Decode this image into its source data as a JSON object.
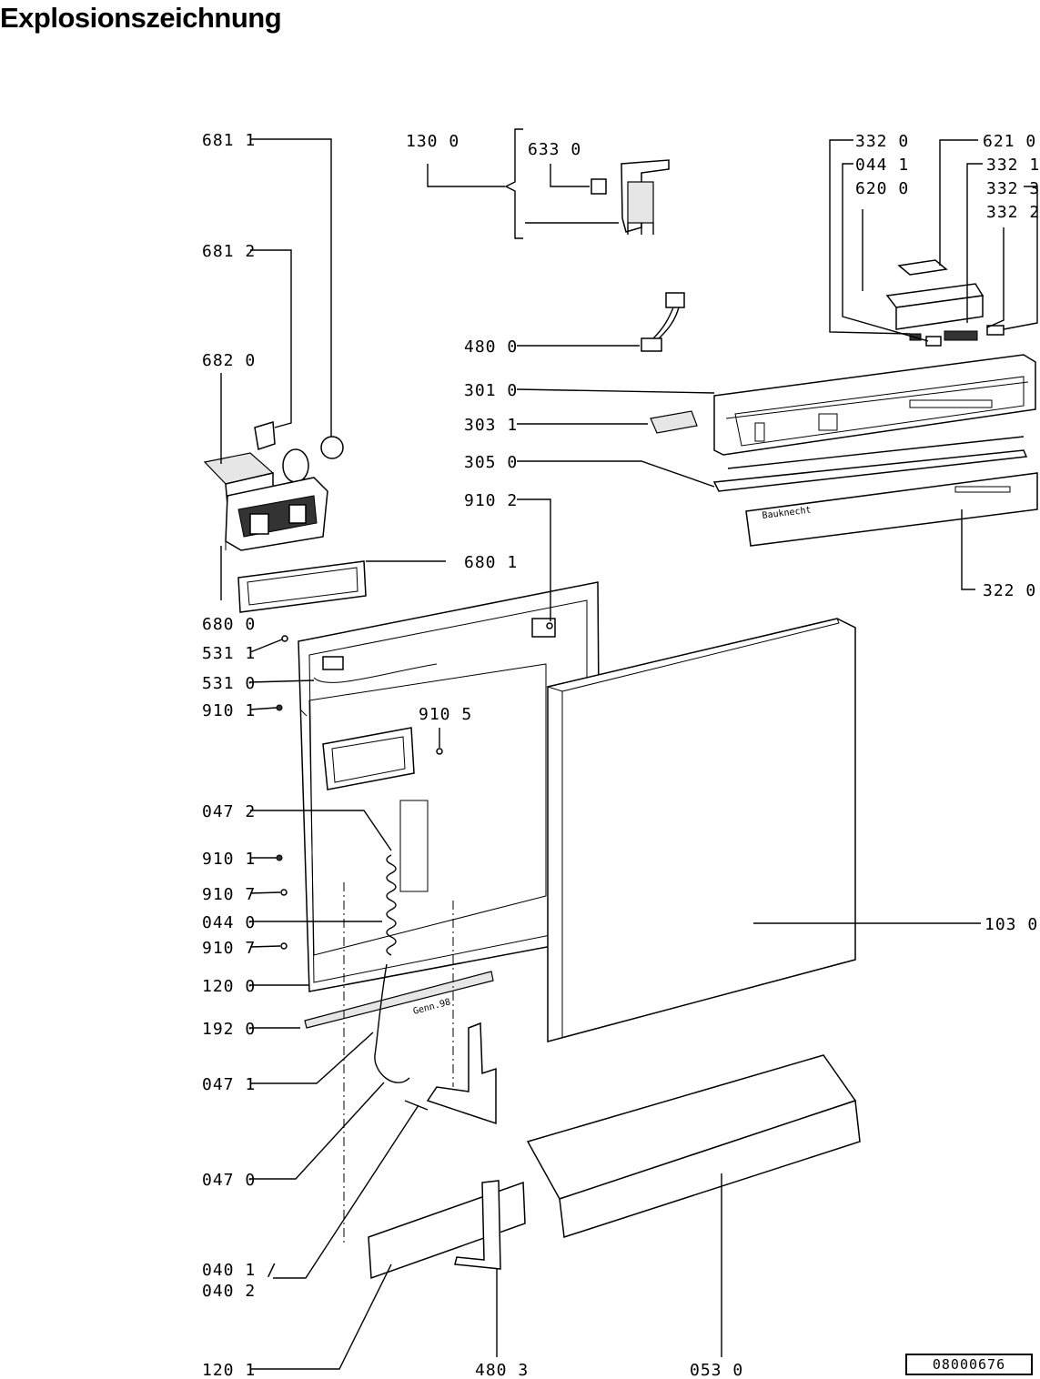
{
  "title": "Explosionszeichnung",
  "drawing_number": "08000676",
  "brand_text": "Bauknecht",
  "date_mark": "Genn.98",
  "labels": {
    "l6811": "681 1",
    "l6812": "681 2",
    "l6820": "682 0",
    "l6800": "680 0",
    "l5311": "531 1",
    "l5310": "531 0",
    "l9101a": "910 1",
    "l0472": "047 2",
    "l9101b": "910 1",
    "l9107a": "910 7",
    "l0440": "044 0",
    "l9107b": "910 7",
    "l1200": "120 0",
    "l1920": "192 0",
    "l0471": "047 1",
    "l0470": "047 0",
    "l0401": "040 1 /",
    "l0402": "040 2",
    "l1201": "120 1",
    "l1300": "130 0",
    "l6330": "633 0",
    "l4800": "480 0",
    "l3010": "301 0",
    "l3031": "303 1",
    "l3050": "305 0",
    "l9102": "910 2",
    "l6801": "680 1",
    "l9105": "910 5",
    "l3320": "332 0",
    "l0441": "044 1",
    "l6200": "620 0",
    "l6210": "621 0",
    "l3321": "332 1",
    "l3323": "332 3",
    "l3322": "332 2",
    "l3220": "322 0",
    "l1030": "103 0",
    "l4803": "480 3",
    "l0530": "053 0"
  }
}
